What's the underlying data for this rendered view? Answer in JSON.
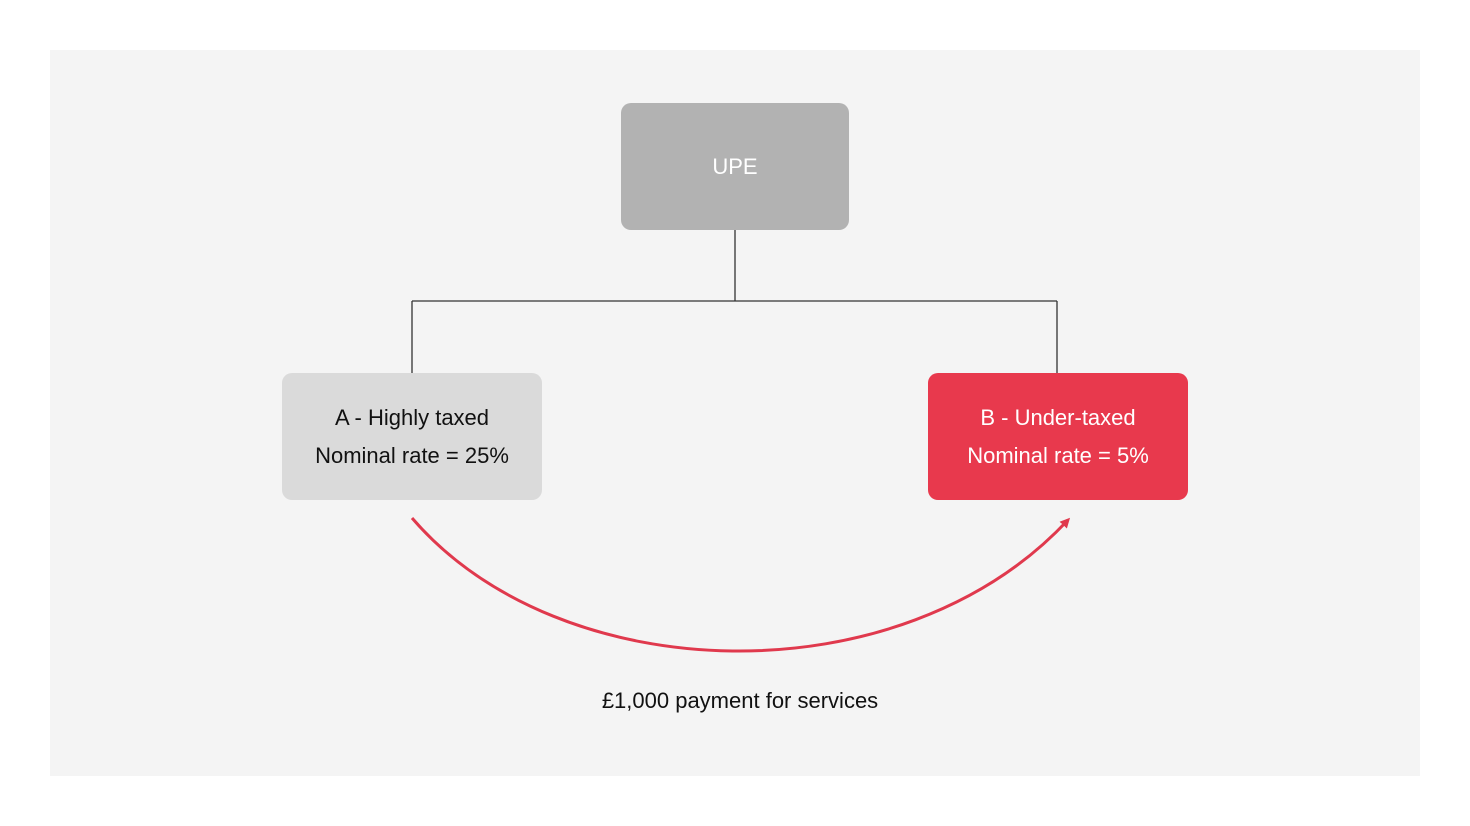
{
  "nodes": {
    "upe": {
      "label": "UPE"
    },
    "a": {
      "line1": "A - Highly taxed",
      "line2": "Nominal rate = 25%"
    },
    "b": {
      "line1": "B - Under-taxed",
      "line2": "Nominal rate = 5%"
    }
  },
  "flow": {
    "label": "£1,000 payment for services",
    "from": "a",
    "to": "b"
  },
  "colors": {
    "panel_bg": "#f4f4f4",
    "upe_fill": "#b2b2b2",
    "a_fill": "#dadada",
    "b_fill": "#e8394d",
    "arrow": "#e0394d",
    "connector": "#333333"
  }
}
